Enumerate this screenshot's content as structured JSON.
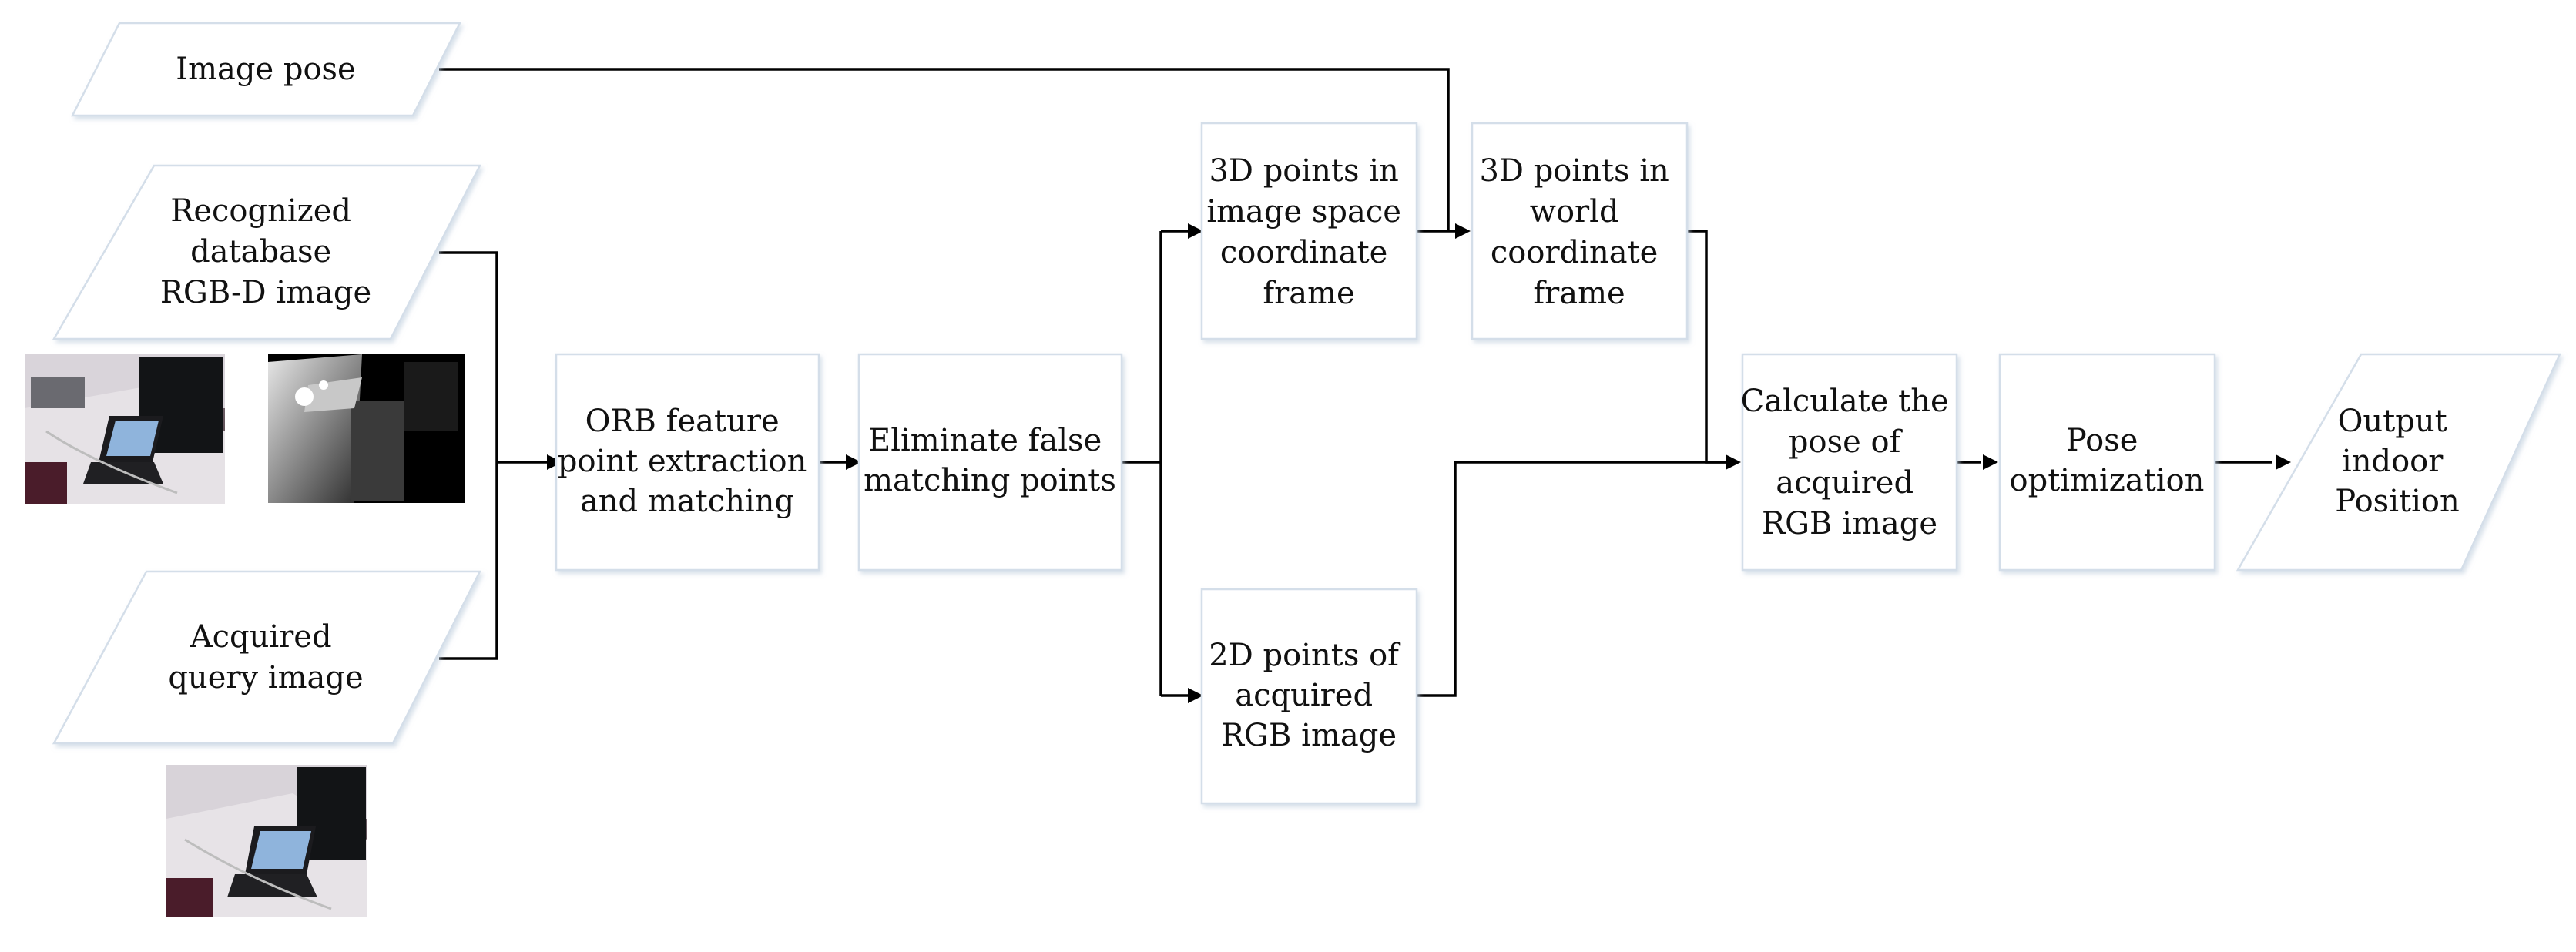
{
  "nodes": {
    "image_pose": {
      "lines": [
        "Image pose"
      ]
    },
    "recognized_db": {
      "lines": [
        "Recognized",
        "database",
        "RGB-D image"
      ]
    },
    "acquired_query": {
      "lines": [
        "Acquired",
        "query image"
      ]
    },
    "orb": {
      "lines": [
        "ORB feature",
        "point extraction",
        "and matching"
      ]
    },
    "eliminate": {
      "lines": [
        "Eliminate false",
        "matching points"
      ]
    },
    "pts3d_image": {
      "lines": [
        "3D points in",
        "image space",
        "coordinate",
        "frame"
      ]
    },
    "pts3d_world": {
      "lines": [
        "3D points in",
        "world",
        "coordinate",
        "frame"
      ]
    },
    "pts2d": {
      "lines": [
        "2D points of",
        "acquired",
        "RGB image"
      ]
    },
    "calc_pose": {
      "lines": [
        "Calculate the",
        "pose of",
        "acquired",
        "RGB image"
      ]
    },
    "pose_opt": {
      "lines": [
        "Pose",
        "optimization"
      ]
    },
    "output": {
      "lines": [
        "Output",
        "indoor",
        "Position"
      ]
    }
  },
  "images": {
    "database_rgb": "database RGB photo",
    "database_depth": "database depth map",
    "query_rgb": "acquired query photo"
  },
  "colors": {
    "box_border": "#d4dee9",
    "arrow": "#000000",
    "text": "#111111"
  }
}
